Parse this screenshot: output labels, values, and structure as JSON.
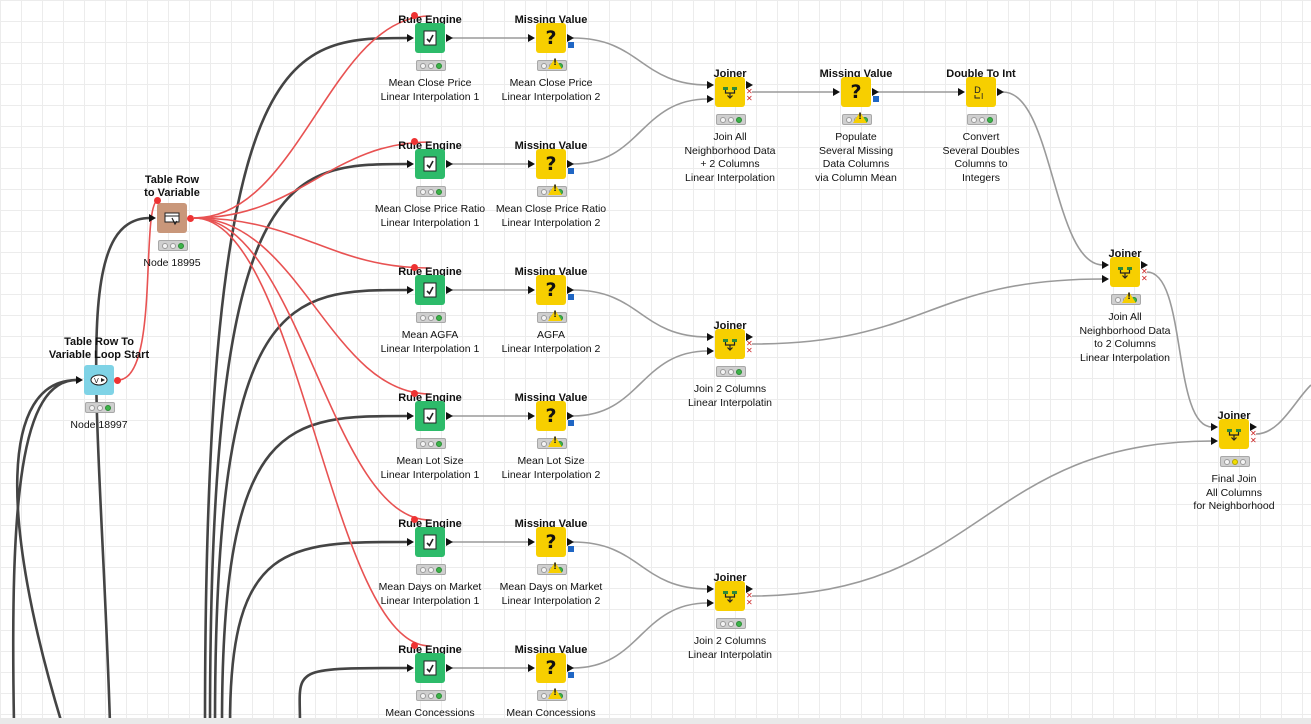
{
  "colors": {
    "data_wire": "#444444",
    "flow_wire": "#e85252",
    "link_wire": "#9a9a9a",
    "canvas_bg": "#ffffff",
    "grid": "#ececec"
  },
  "nodes": [
    {
      "id": "n1",
      "type": "rule",
      "icon": "rule-engine-icon",
      "title": "Rule Engine",
      "label": "Mean Close Price\nLinear Interpolation 1",
      "status": "green"
    },
    {
      "id": "n2",
      "type": "missing",
      "icon": "question-icon",
      "title": "Missing Value",
      "label": "Mean Close Price\nLinear Interpolation 2",
      "status": "warn"
    },
    {
      "id": "n3",
      "type": "rule",
      "icon": "rule-engine-icon",
      "title": "Rule Engine",
      "label": "Mean Close Price Ratio\nLinear Interpolation 1",
      "status": "green"
    },
    {
      "id": "n4",
      "type": "missing",
      "icon": "question-icon",
      "title": "Missing Value",
      "label": "Mean Close Price Ratio\nLinear Interpolation 2",
      "status": "warn"
    },
    {
      "id": "n5",
      "type": "rule",
      "icon": "rule-engine-icon",
      "title": "Rule Engine",
      "label": "Mean AGFA\nLinear Interpolation 1",
      "status": "green"
    },
    {
      "id": "n6",
      "type": "missing",
      "icon": "question-icon",
      "title": "Missing Value",
      "label": "AGFA\nLinear Interpolation 2",
      "status": "warn"
    },
    {
      "id": "n7",
      "type": "rule",
      "icon": "rule-engine-icon",
      "title": "Rule Engine",
      "label": "Mean Lot Size\nLinear Interpolation 1",
      "status": "green"
    },
    {
      "id": "n8",
      "type": "missing",
      "icon": "question-icon",
      "title": "Missing Value",
      "label": "Mean Lot Size\nLinear Interpolation 2",
      "status": "warn"
    },
    {
      "id": "n9",
      "type": "rule",
      "icon": "rule-engine-icon",
      "title": "Rule Engine",
      "label": "Mean Days on Market\nLinear Interpolation 1",
      "status": "green"
    },
    {
      "id": "n10",
      "type": "missing",
      "icon": "question-icon",
      "title": "Missing Value",
      "label": "Mean Days on Market\nLinear Interpolation 2",
      "status": "warn"
    },
    {
      "id": "n11",
      "type": "rule",
      "icon": "rule-engine-icon",
      "title": "Rule Engine",
      "label": "Mean Concessions",
      "status": "green"
    },
    {
      "id": "n12",
      "type": "missing",
      "icon": "question-icon",
      "title": "Missing Value",
      "label": "Mean Concessions",
      "status": "warn"
    },
    {
      "id": "j1",
      "type": "joiner",
      "icon": "joiner-icon",
      "title": "Joiner",
      "label": "Join All\nNeighborhood Data\n+ 2 Columns\nLinear Interpolation",
      "status": "green"
    },
    {
      "id": "j2",
      "type": "joiner",
      "icon": "joiner-icon",
      "title": "Joiner",
      "label": "Join 2 Columns\nLinear Interpolatin",
      "status": "green"
    },
    {
      "id": "j3",
      "type": "joiner",
      "icon": "joiner-icon",
      "title": "Joiner",
      "label": "Join 2 Columns\nLinear Interpolatin",
      "status": "green"
    },
    {
      "id": "m7",
      "type": "missing",
      "icon": "question-icon",
      "title": "Missing Value",
      "label": "Populate\nSeveral Missing\nData Columns\nvia Column Mean",
      "status": "warn"
    },
    {
      "id": "d2i",
      "type": "d2i",
      "icon": "double-to-int-icon",
      "title": "Double To Int",
      "label": "Convert\nSeveral Doubles\nColumns to\nIntegers",
      "status": "green"
    },
    {
      "id": "j4",
      "type": "joiner",
      "icon": "joiner-icon",
      "title": "Joiner",
      "label": "Join All\nNeighborhood Data\nto 2 Columns\nLinear Interpolation",
      "status": "warn"
    },
    {
      "id": "j5",
      "type": "joiner",
      "icon": "joiner-icon",
      "title": "Joiner",
      "label": "Final Join\nAll Columns\nfor Neighborhood",
      "status": "yellow"
    },
    {
      "id": "trv",
      "type": "trv",
      "icon": "table-row-to-variable-icon",
      "title": "Table Row\nto Variable",
      "label": "Node 18995",
      "status": "green"
    },
    {
      "id": "loop",
      "type": "loop",
      "icon": "loop-start-icon",
      "title": "Table Row To\nVariable Loop Start",
      "label": "Node 18997",
      "status": "green"
    }
  ]
}
